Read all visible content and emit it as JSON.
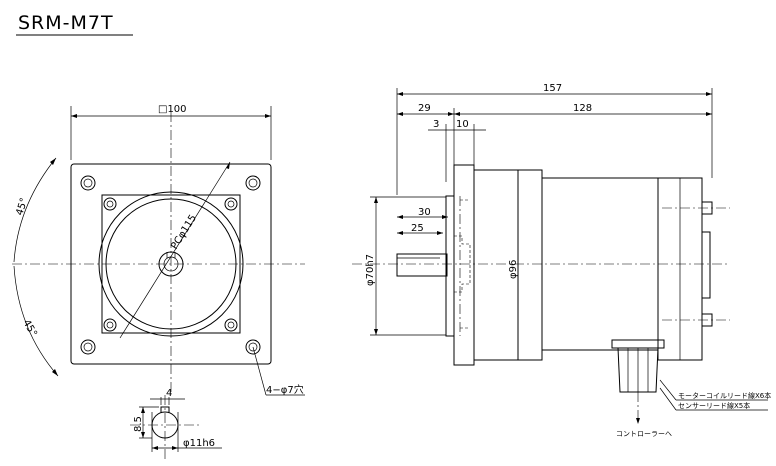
{
  "title": "SRM-M7T",
  "front_view": {
    "square_dim": "□100",
    "pcd_dim": "PCφ115",
    "angle_top": "45°",
    "angle_bottom": "45°",
    "holes_note": "4−φ7穴"
  },
  "shaft_view": {
    "key_width": "4",
    "key_depth": "8.5",
    "shaft_dia": "φ11h6"
  },
  "side_view": {
    "overall_length": "157",
    "flange_length": "29",
    "body_length": "128",
    "dim_3": "3",
    "dim_10": "10",
    "dim_30": "30",
    "dim_25": "25",
    "pilot_dia": "φ70h7",
    "body_dia": "φ96",
    "lead_note_1": "モーターコイルリード線X6本",
    "lead_note_2": "センサーリード線X5本",
    "controller_note": "コントローラーへ"
  }
}
